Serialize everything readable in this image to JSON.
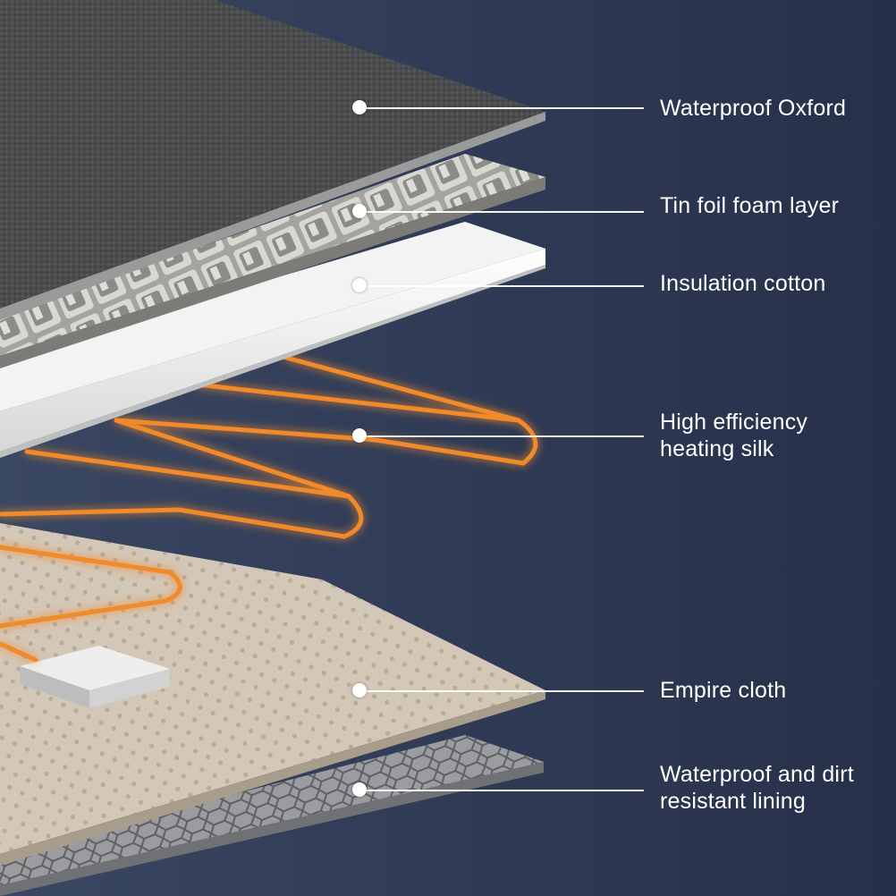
{
  "layers": [
    {
      "id": "oxford",
      "label": "Waterproof Oxford"
    },
    {
      "id": "tinfoil",
      "label": "Tin foil foam layer"
    },
    {
      "id": "cotton",
      "label": "Insulation cotton"
    },
    {
      "id": "silk",
      "label": "High efficiency\nheating silk"
    },
    {
      "id": "empire",
      "label": "Empire cloth"
    },
    {
      "id": "lining",
      "label": "Waterproof and dirt\nresistant lining"
    }
  ],
  "colors": {
    "background": "#2f3a55",
    "oxford": "#4a4b4d",
    "foil": "#b9b7b2",
    "cotton": "#f1f1f1",
    "heating_wire": "#f08a2c",
    "empire_cloth": "#cfc3b3",
    "lining": "#8b8d90",
    "label_text": "#ffffff"
  }
}
